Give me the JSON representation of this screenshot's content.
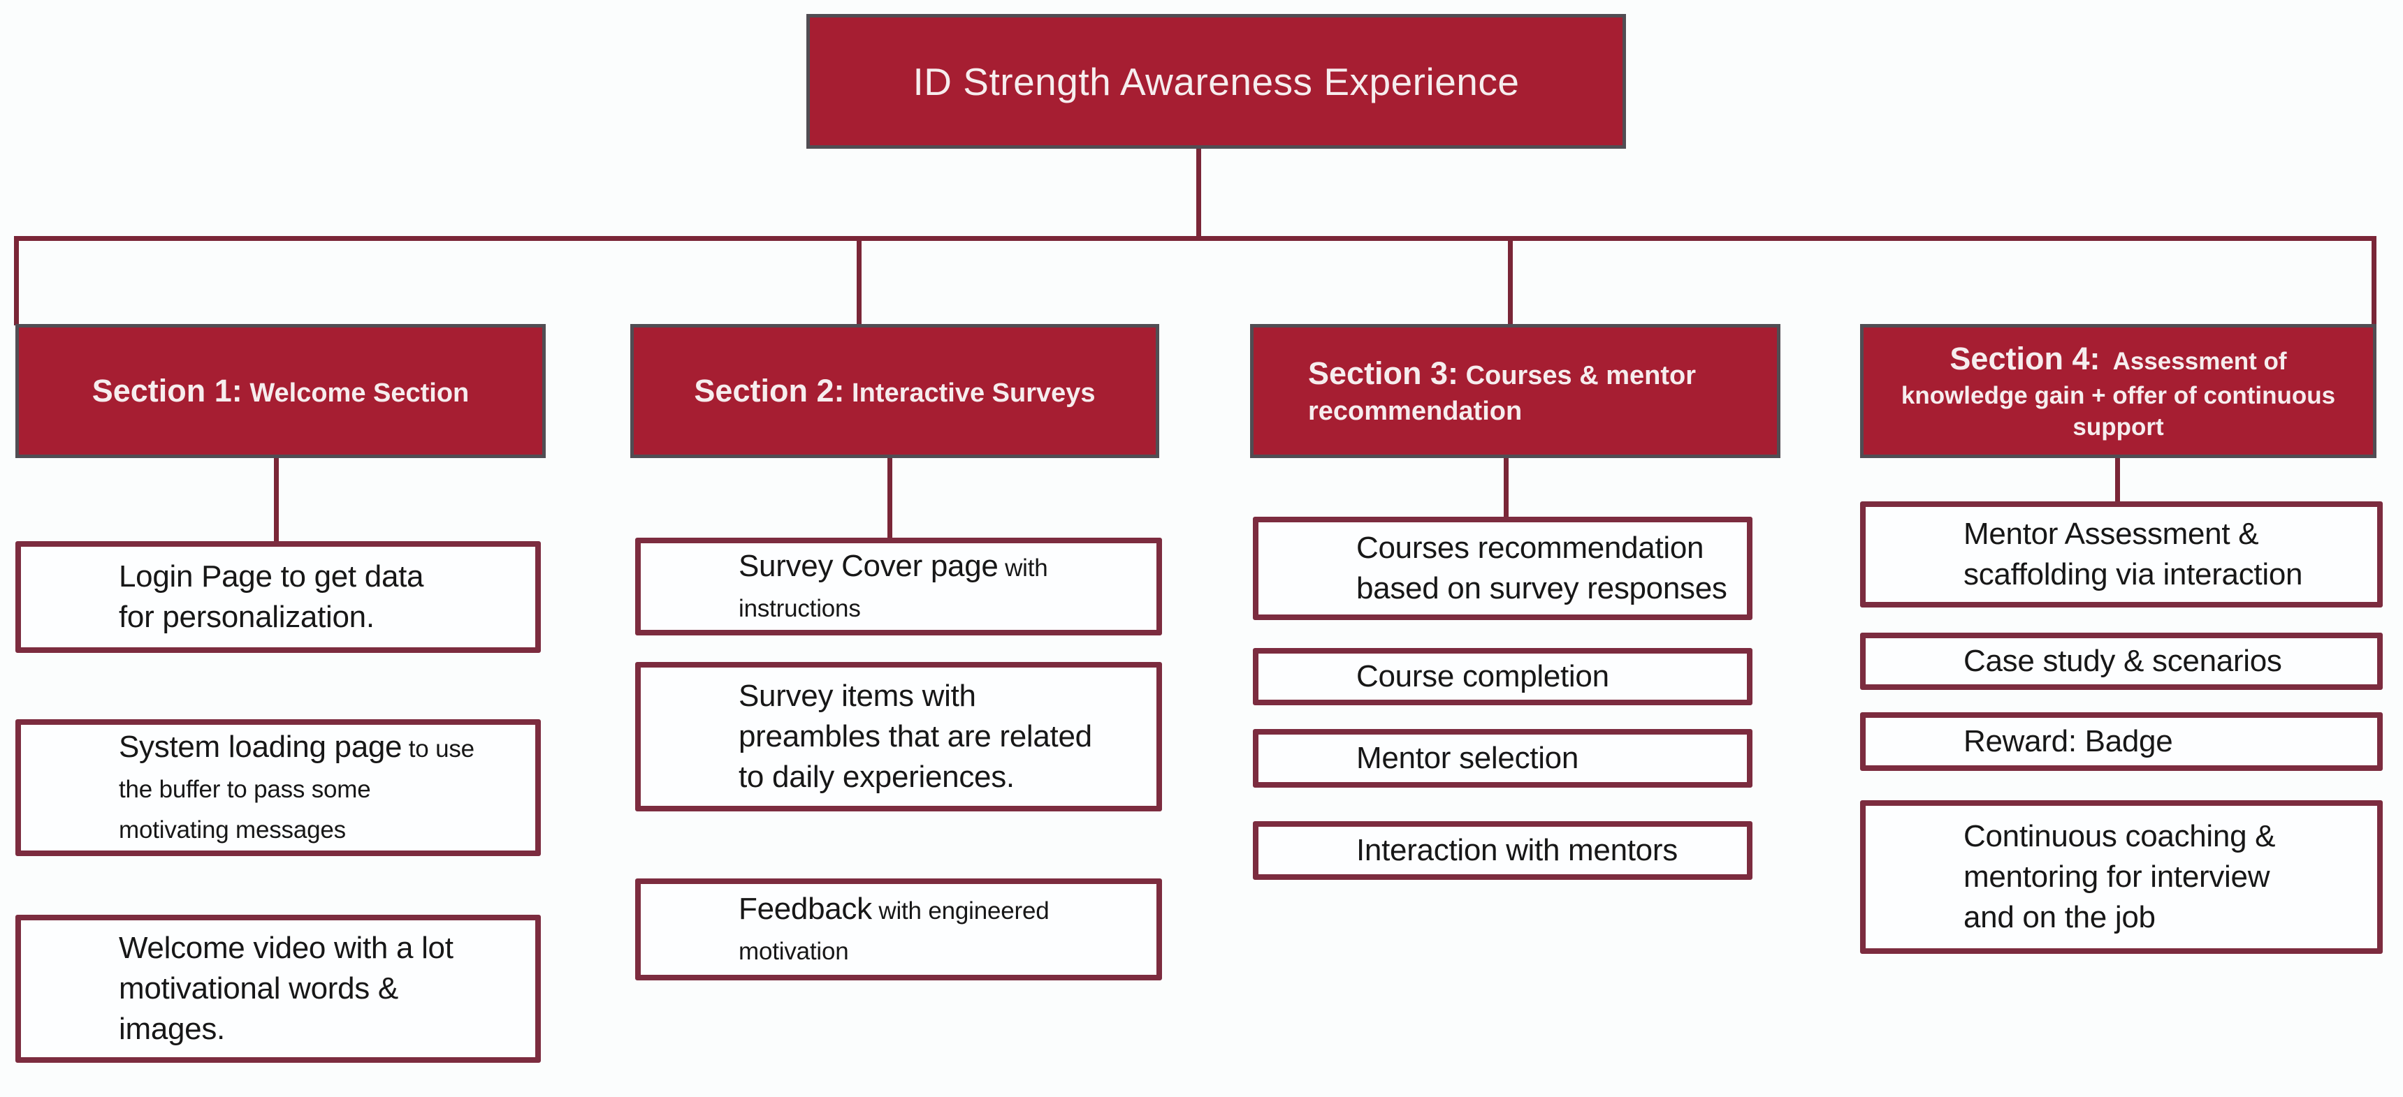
{
  "palette": {
    "crimson_fill": "#a61e32",
    "gray_border": "#514d53",
    "maroon_border": "#7c2c3f",
    "connector": "#7a2637",
    "ink": "#171717",
    "white_text": "#f6edee",
    "background": "#fbfdfd"
  },
  "title": {
    "label": "ID Strength Awareness Experience"
  },
  "sections": [
    {
      "header": {
        "prefix": "Section 1:",
        "rest": " Welcome Section"
      },
      "items": [
        {
          "lines": [
            {
              "big": "Login Page to get data"
            },
            {
              "big": "for personalization."
            }
          ]
        },
        {
          "lines": [
            {
              "big": "System loading page",
              "small": " to use"
            },
            {
              "small": "the buffer to pass some"
            },
            {
              "small": "motivating messages"
            }
          ]
        },
        {
          "lines": [
            {
              "big": "Welcome video with a lot"
            },
            {
              "big": "motivational words &"
            },
            {
              "big": "images."
            }
          ]
        }
      ]
    },
    {
      "header": {
        "prefix": "Section 2:",
        "rest": " Interactive Surveys"
      },
      "items": [
        {
          "lines": [
            {
              "big": "Survey Cover page",
              "small": " with"
            },
            {
              "small": "instructions"
            }
          ]
        },
        {
          "lines": [
            {
              "big": "Survey items with"
            },
            {
              "big": "preambles that are related"
            },
            {
              "big": "to daily experiences."
            }
          ]
        },
        {
          "lines": [
            {
              "big": "Feedback",
              "small": " with engineered"
            },
            {
              "small": "motivation"
            }
          ]
        }
      ]
    },
    {
      "header": {
        "prefix": "Section 3:",
        "line1_rest": " Courses & mentor",
        "line2": "recommendation"
      },
      "items": [
        {
          "lines": [
            {
              "big": "Courses recommendation"
            },
            {
              "big": "based on survey responses"
            }
          ]
        },
        {
          "lines": [
            {
              "big": "Course completion"
            }
          ]
        },
        {
          "lines": [
            {
              "big": "Mentor selection"
            }
          ]
        },
        {
          "lines": [
            {
              "big": "Interaction with mentors"
            }
          ]
        }
      ]
    },
    {
      "header": {
        "prefix": "Section 4:",
        "line1_rest": "  Assessment of",
        "line2": "knowledge gain + offer of continuous",
        "line3": "support"
      },
      "items": [
        {
          "lines": [
            {
              "big": "Mentor Assessment &"
            },
            {
              "big": "scaffolding via interaction"
            }
          ]
        },
        {
          "lines": [
            {
              "big": "Case study & scenarios"
            }
          ]
        },
        {
          "lines": [
            {
              "big": "Reward: Badge"
            }
          ]
        },
        {
          "lines": [
            {
              "big": "Continuous coaching &"
            },
            {
              "big": "mentoring for interview"
            },
            {
              "big": "and on the job"
            }
          ]
        }
      ]
    }
  ]
}
